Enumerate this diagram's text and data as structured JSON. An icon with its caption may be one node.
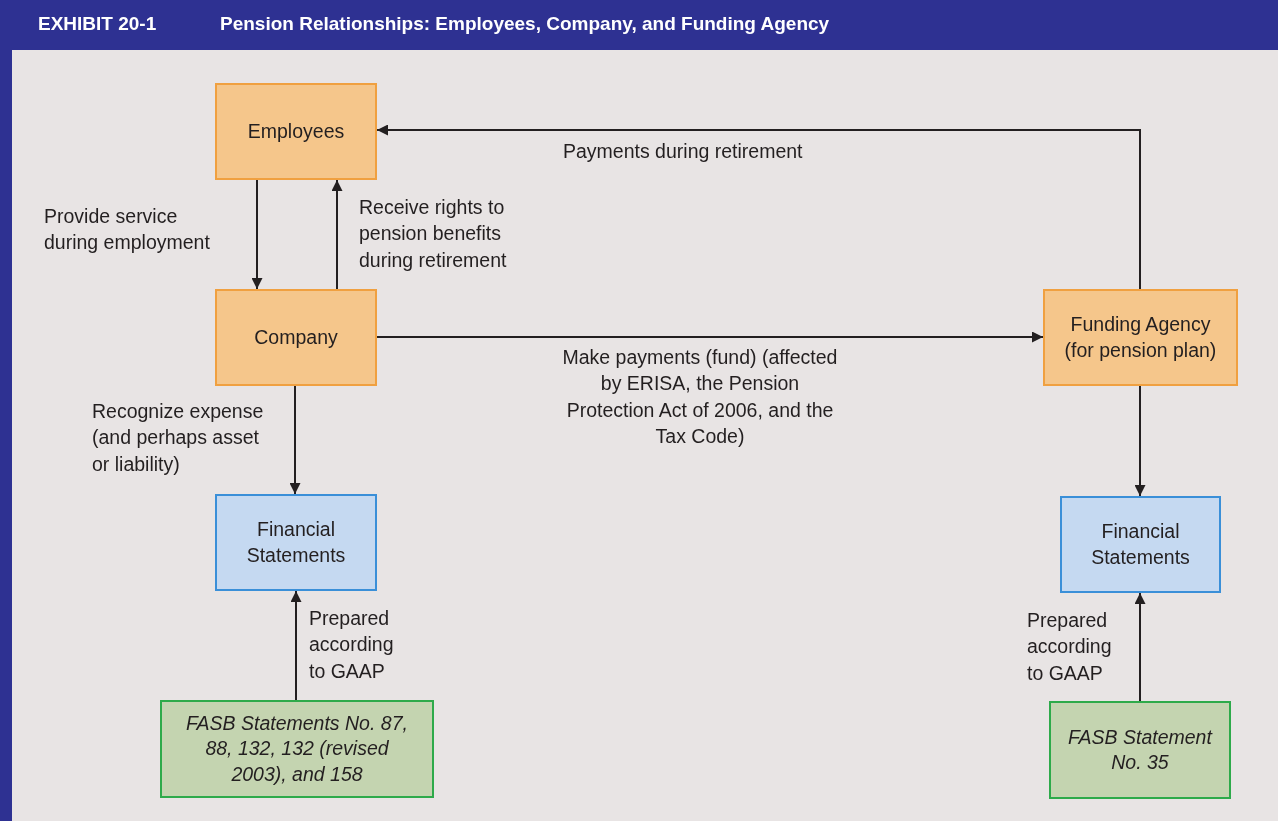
{
  "diagram": {
    "title": "Pension Relationships: Employees, Company, and Funding Agency",
    "nodes": [
      {
        "text": [
          "Employees"
        ]
      },
      {
        "text": [
          "Company"
        ]
      },
      {
        "text": [
          "Funding Agency (for pension plan)"
        ]
      },
      {
        "text": [
          "Financial Statements"
        ]
      },
      {
        "text": [
          "Financial Statements"
        ]
      },
      {
        "text": [
          "FASB Statements No. 87, 88, 132, 132 (revised 2003), and 158"
        ]
      },
      {
        "text": [
          "FASB Statement No. 35"
        ]
      }
    ],
    "edges": [
      {
        "from": 0,
        "to": 1,
        "arrow": "to",
        "label": "Provide service during employment"
      },
      {
        "from": 1,
        "to": 0,
        "arrow": "to",
        "label": "Receive rights to pension benefits during retirement"
      },
      {
        "from": 2,
        "to": 0,
        "arrow": "to",
        "label": "Payments during retirement"
      },
      {
        "from": 1,
        "to": 2,
        "arrow": "to",
        "label": "Make payments (fund) (affected by ERISA, the Pension Protection Act of 2006, and the Tax Code)"
      },
      {
        "from": 1,
        "to": 3,
        "arrow": "to",
        "label": "Recognize expense (and perhaps asset or liability)"
      },
      {
        "from": 2,
        "to": 4,
        "arrow": "to"
      },
      {
        "from": 5,
        "to": 3,
        "arrow": "to",
        "label": "Prepared according to GAAP"
      },
      {
        "from": 6,
        "to": 4,
        "arrow": "to",
        "label": "Prepared according to GAAP"
      }
    ],
    "labels": [
      "EXHIBIT 20-1"
    ]
  }
}
